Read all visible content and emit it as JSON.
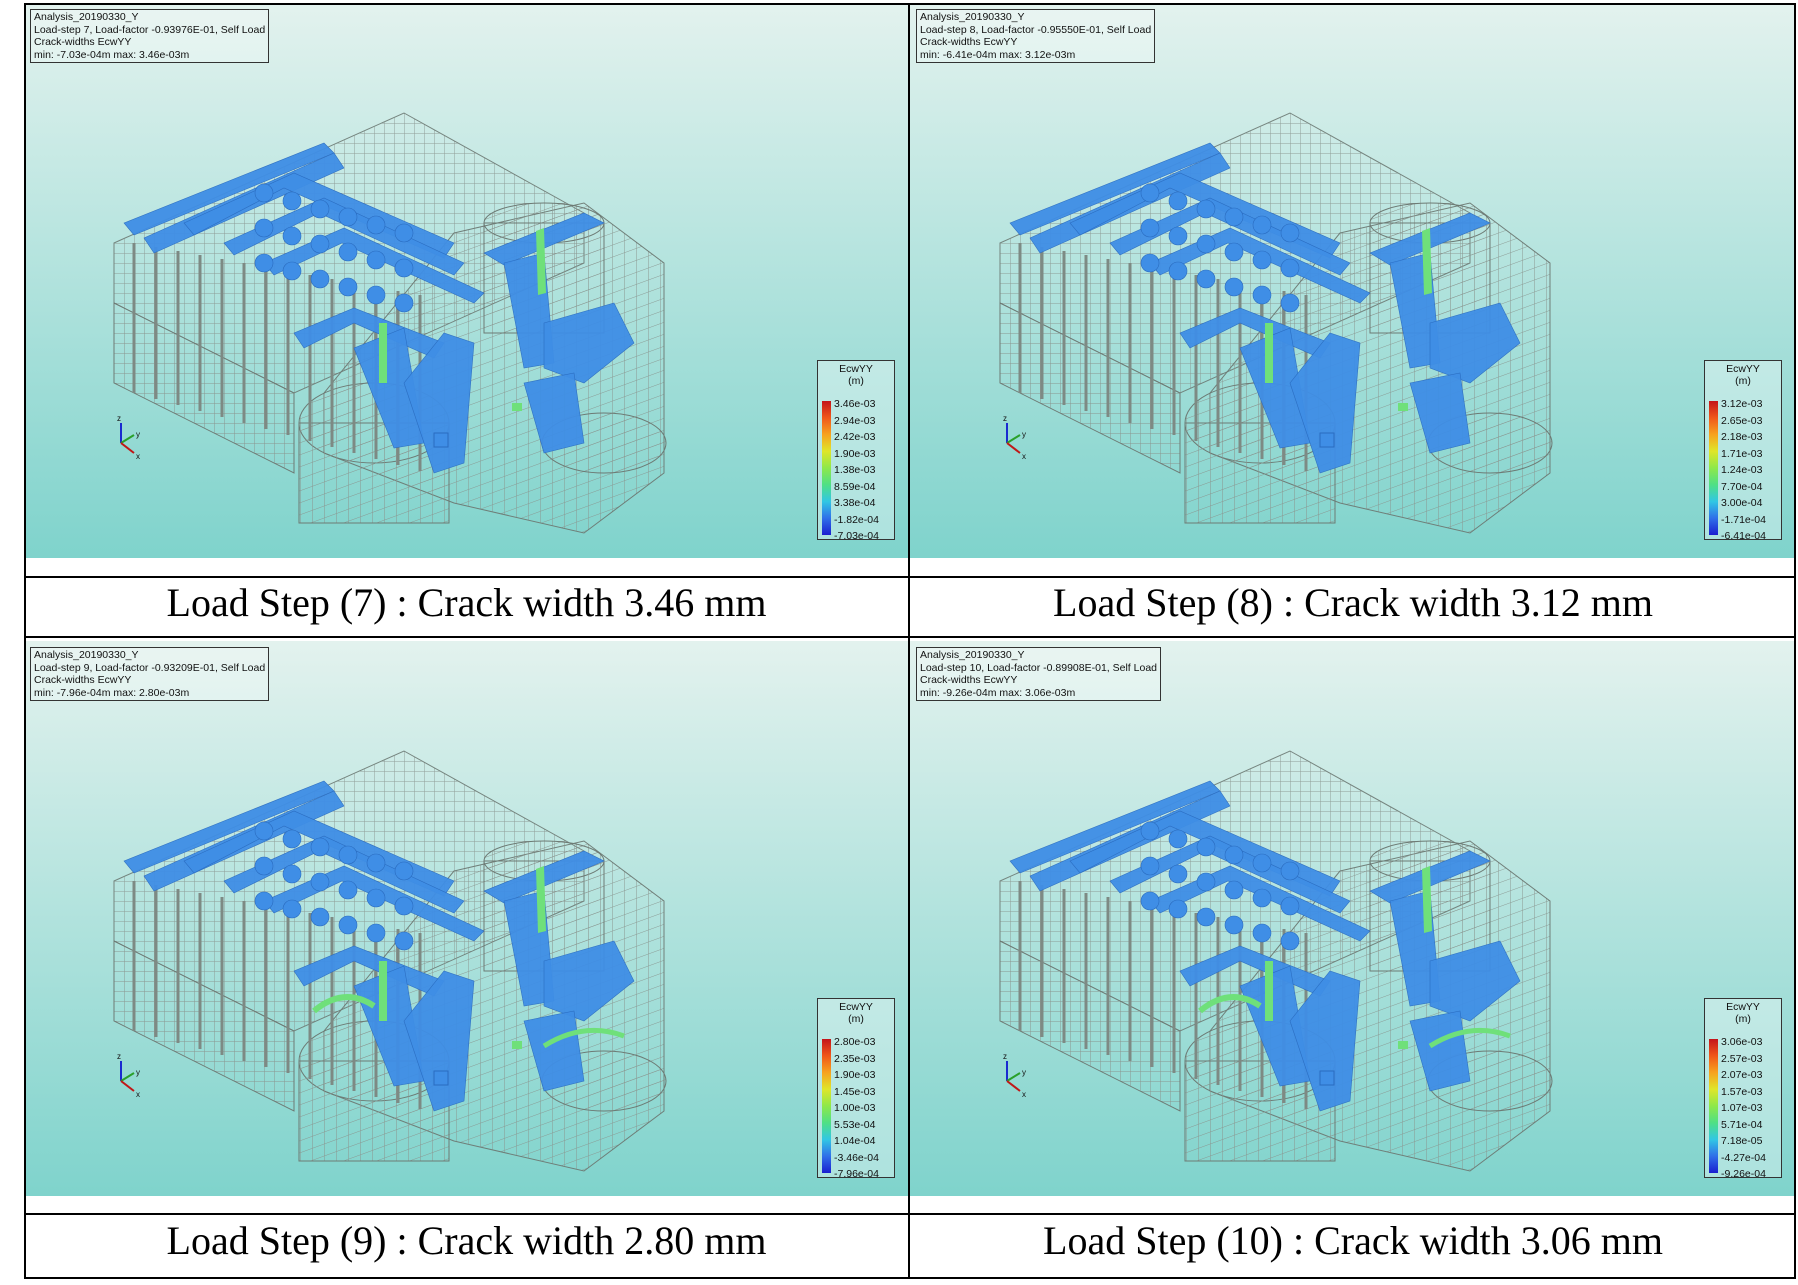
{
  "panels": [
    {
      "id": "p7",
      "info": [
        "Analysis_20190330_Y",
        "Load-step 7, Load-factor -0.93976E-01, Self Load",
        "Crack-widths EcwYY",
        "min: -7.03e-04m max: 3.46e-03m"
      ],
      "legend_title": [
        "EcwYY",
        "(m)"
      ],
      "legend_values": [
        "3.46e-03",
        "2.94e-03",
        "2.42e-03",
        "1.90e-03",
        "1.38e-03",
        "8.59e-04",
        "3.38e-04",
        "-1.82e-04",
        "-7.03e-04"
      ],
      "caption": "Load Step (7) : Crack width 3.46 mm"
    },
    {
      "id": "p8",
      "info": [
        "Analysis_20190330_Y",
        "Load-step 8, Load-factor -0.95550E-01, Self Load",
        "Crack-widths EcwYY",
        "min: -6.41e-04m max: 3.12e-03m"
      ],
      "legend_title": [
        "EcwYY",
        "(m)"
      ],
      "legend_values": [
        "3.12e-03",
        "2.65e-03",
        "2.18e-03",
        "1.71e-03",
        "1.24e-03",
        "7.70e-04",
        "3.00e-04",
        "-1.71e-04",
        "-6.41e-04"
      ],
      "caption": "Load Step (8) : Crack width 3.12 mm"
    },
    {
      "id": "p9",
      "info": [
        "Analysis_20190330_Y",
        "Load-step 9, Load-factor -0.93209E-01, Self Load",
        "Crack-widths EcwYY",
        "min: -7.96e-04m max: 2.80e-03m"
      ],
      "legend_title": [
        "EcwYY",
        "(m)"
      ],
      "legend_values": [
        "2.80e-03",
        "2.35e-03",
        "1.90e-03",
        "1.45e-03",
        "1.00e-03",
        "5.53e-04",
        "1.04e-04",
        "-3.46e-04",
        "-7.96e-04"
      ],
      "caption": "Load Step (9) : Crack width 2.80 mm"
    },
    {
      "id": "p10",
      "info": [
        "Analysis_20190330_Y",
        "Load-step 10, Load-factor -0.89908E-01, Self Load",
        "Crack-widths EcwYY",
        "min: -9.26e-04m max: 3.06e-03m"
      ],
      "legend_title": [
        "EcwYY",
        "(m)"
      ],
      "legend_values": [
        "3.06e-03",
        "2.57e-03",
        "2.07e-03",
        "1.57e-03",
        "1.07e-03",
        "5.71e-04",
        "7.18e-05",
        "-4.27e-04",
        "-9.26e-04"
      ],
      "caption": "Load Step (10) : Crack width 3.06 mm"
    }
  ],
  "axis_labels": {
    "z": "z",
    "y": "y",
    "x": "x"
  },
  "colors": {
    "background_top": "#e3f2ee",
    "background_bottom": "#7fd3cc",
    "mesh": "#8a9690",
    "crack_blue": "#3f8ee6",
    "crack_green": "#6fe07a",
    "scale": [
      "#c4141a",
      "#f0571a",
      "#f7a21e",
      "#dfe629",
      "#8ee84a",
      "#4fe085",
      "#31c7e4",
      "#2f6fe9",
      "#1a1fd0"
    ]
  }
}
